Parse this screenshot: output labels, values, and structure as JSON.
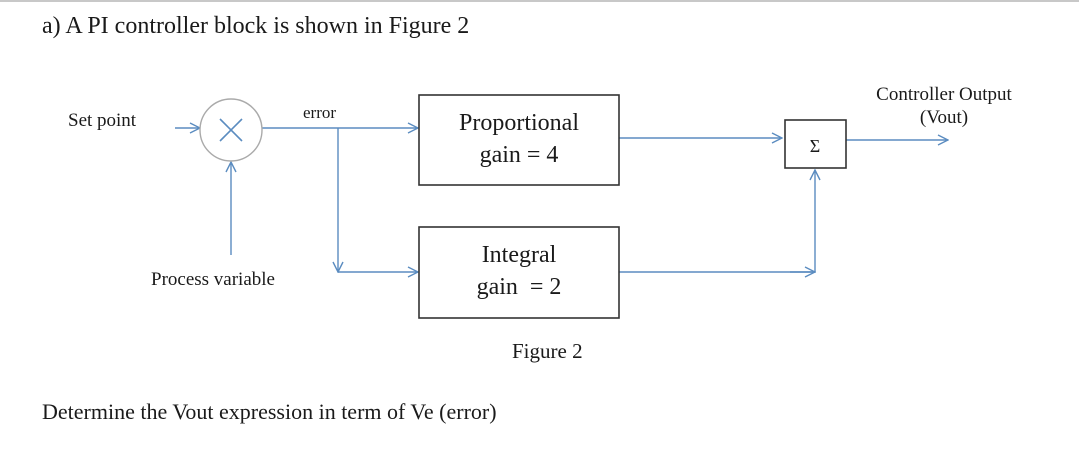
{
  "question": {
    "heading": "a) A PI controller block is shown in Figure 2",
    "prompt": "Determine the Vout expression in term of Ve (error)"
  },
  "figure": {
    "caption": "Figure 2",
    "labels": {
      "set_point": "Set point",
      "error": "error",
      "process_variable": "Process variable",
      "output_line1": "Controller Output",
      "output_line2": "(Vout)"
    },
    "blocks": {
      "proportional_line1": "Proportional",
      "proportional_line2": "gain = 4",
      "integral_line1": "Integral",
      "integral_line2": "gain  = 2",
      "summer_symbol": "Σ"
    },
    "colors": {
      "signal_line": "#5b8cc0",
      "block_border": "#333333",
      "text": "#1a1a1a"
    }
  }
}
